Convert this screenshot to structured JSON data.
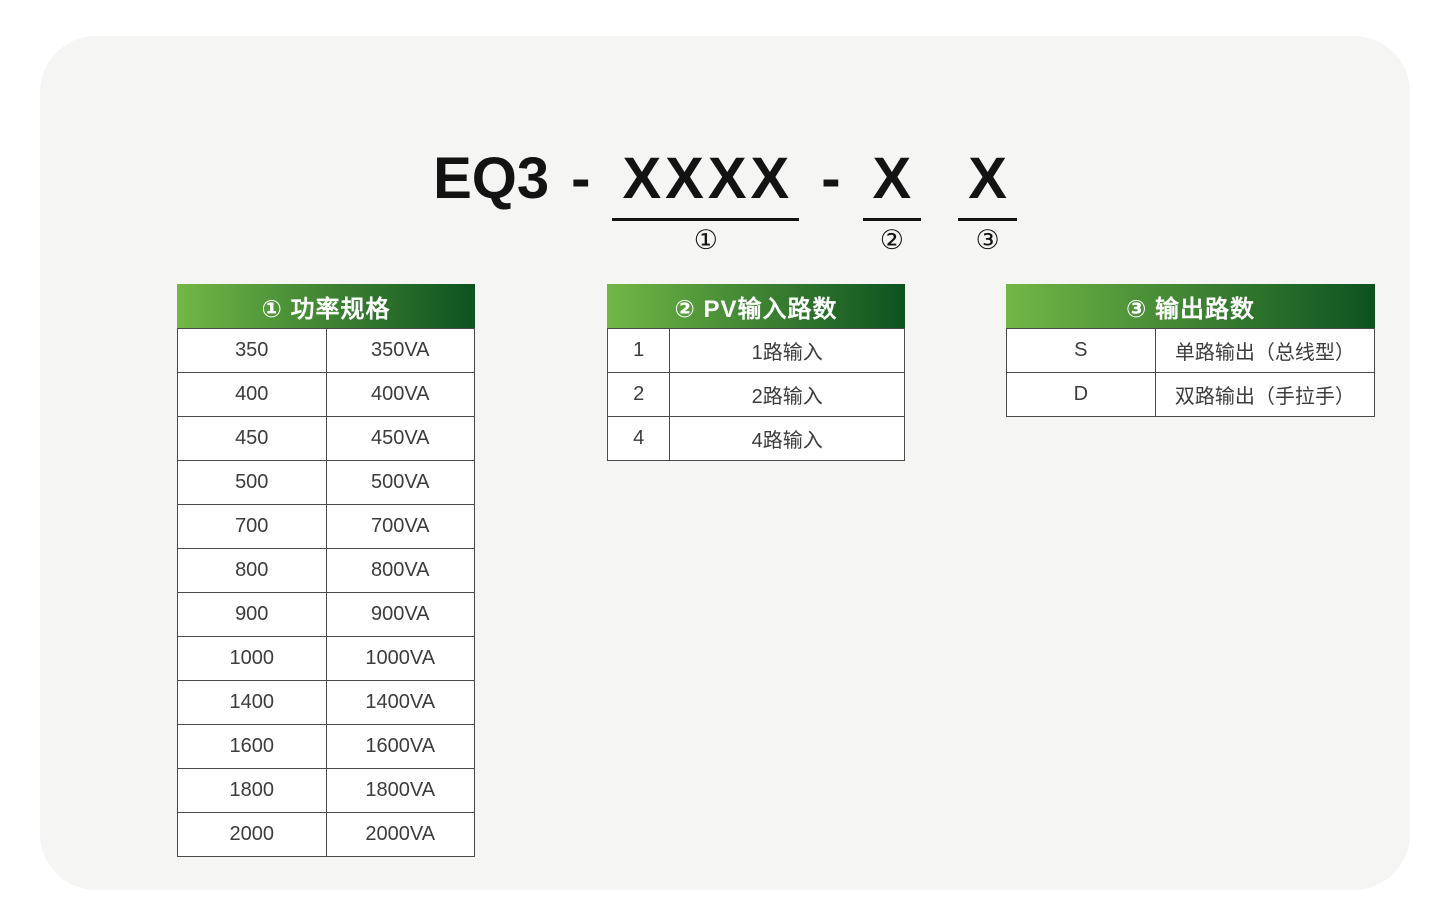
{
  "model": {
    "prefix": "EQ3",
    "separator": "-",
    "power_placeholder": "XXXX",
    "pv_placeholder": "X",
    "output_placeholder": "X",
    "marker_power": "①",
    "marker_pv": "②",
    "marker_output": "③"
  },
  "colors": {
    "card-bg": "#f5f5f4",
    "header-grad-start": "#72b746",
    "header-grad-end": "#0d5220",
    "cell-border": "#4a4a4a",
    "cell-text": "#3c3c3c",
    "title-text": "#131313"
  },
  "tables": [
    {
      "header": "① 功率规格",
      "rows": [
        [
          "350",
          "350VA"
        ],
        [
          "400",
          "400VA"
        ],
        [
          "450",
          "450VA"
        ],
        [
          "500",
          "500VA"
        ],
        [
          "700",
          "700VA"
        ],
        [
          "800",
          "800VA"
        ],
        [
          "900",
          "900VA"
        ],
        [
          "1000",
          "1000VA"
        ],
        [
          "1400",
          "1400VA"
        ],
        [
          "1600",
          "1600VA"
        ],
        [
          "1800",
          "1800VA"
        ],
        [
          "2000",
          "2000VA"
        ]
      ]
    },
    {
      "header": "② PV输入路数",
      "rows": [
        [
          "1",
          "1路输入"
        ],
        [
          "2",
          "2路输入"
        ],
        [
          "4",
          "4路输入"
        ]
      ]
    },
    {
      "header": "③ 输出路数",
      "rows": [
        [
          "S",
          "单路输出（总线型）"
        ],
        [
          "D",
          "双路输出（手拉手）"
        ]
      ]
    }
  ]
}
